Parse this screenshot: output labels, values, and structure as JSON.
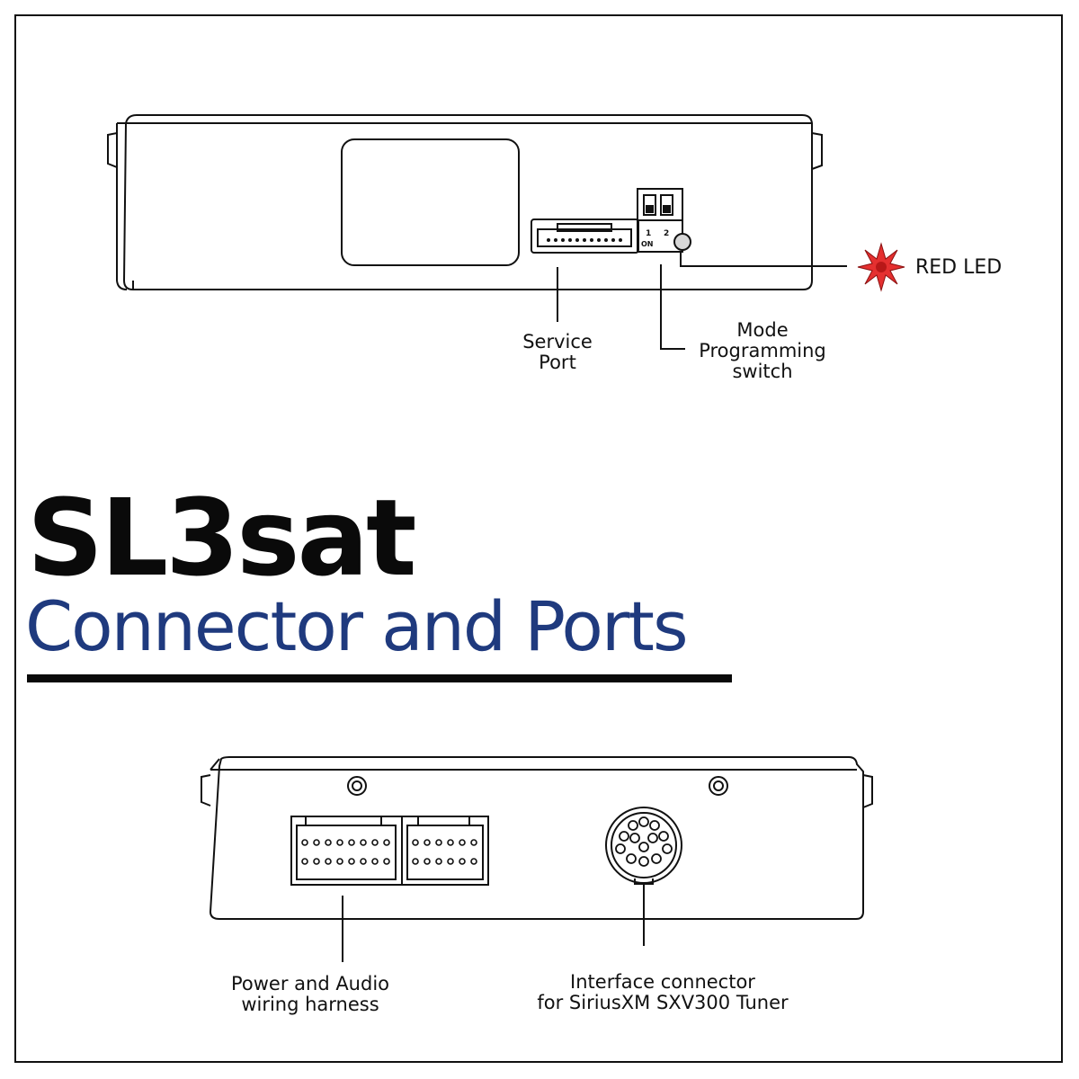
{
  "title": "SL3sat",
  "subtitle": "Connector and Ports",
  "colors": {
    "title": "#0a0a0a",
    "subtitle": "#1f3a7e",
    "led": "#e53030"
  },
  "top_view": {
    "service_port_label": [
      "Service",
      "Port"
    ],
    "mode_switch_label": [
      "Mode",
      "Programming",
      "switch"
    ],
    "led_label": "RED LED",
    "switch_marks": {
      "left": "1",
      "right": "2",
      "on": "ON"
    }
  },
  "bottom_view": {
    "harness_label": [
      "Power and Audio",
      "wiring harness"
    ],
    "interface_label": [
      "Interface connector",
      "for SiriusXM SXV300 Tuner"
    ]
  }
}
